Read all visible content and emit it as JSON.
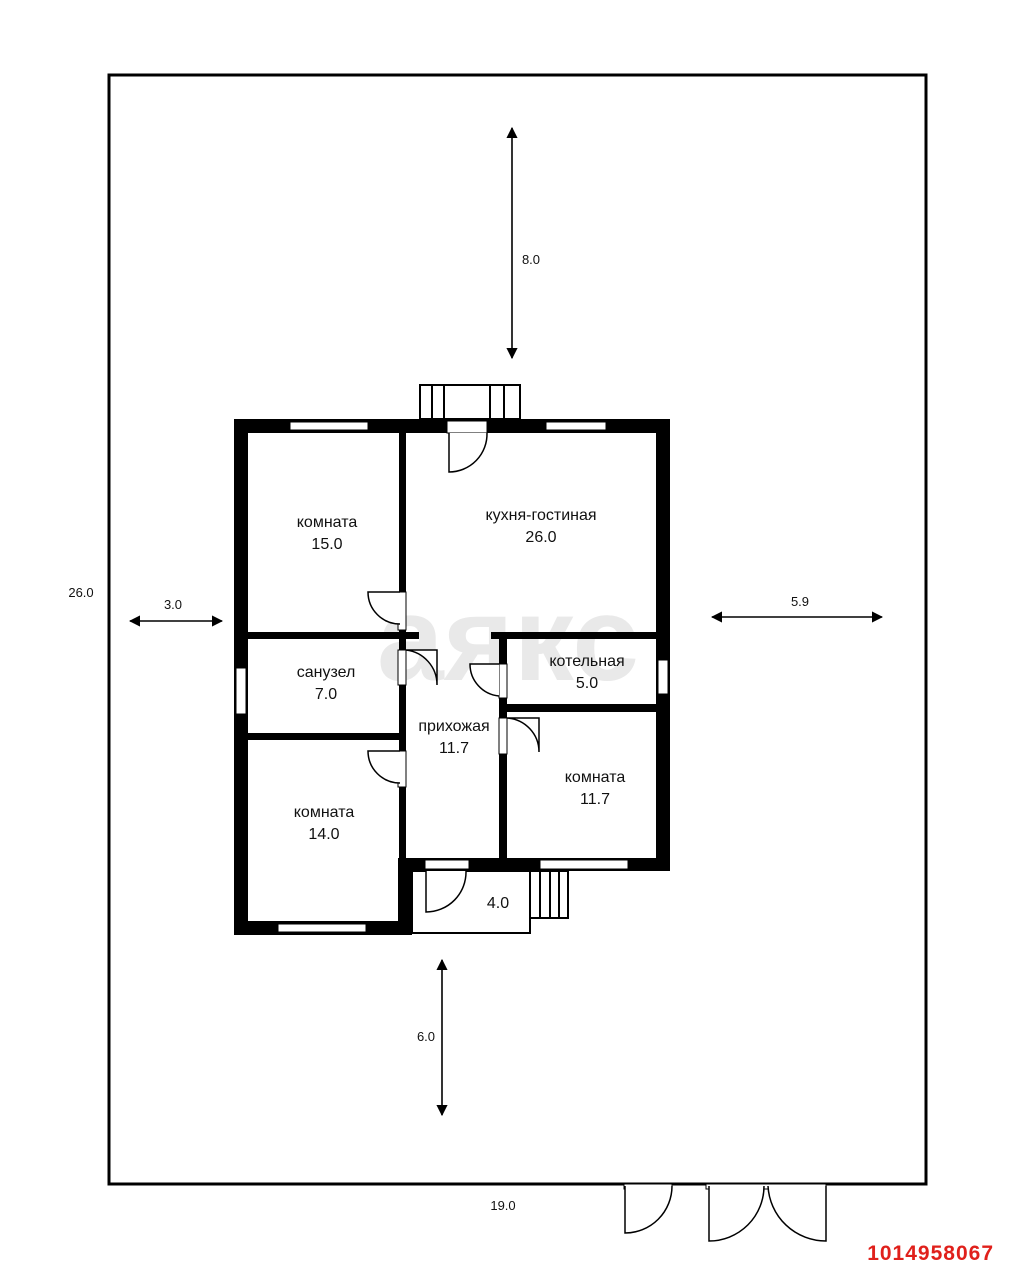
{
  "plot": {
    "width_label": "19.0",
    "depth_label": "26.0"
  },
  "setbacks": {
    "top": "8.0",
    "bottom": "6.0",
    "left": "3.0",
    "right": "5.9"
  },
  "rooms": {
    "room_15": {
      "name": "комната",
      "area": "15.0"
    },
    "kitchen": {
      "name": "кухня-гостиная",
      "area": "26.0"
    },
    "bathroom": {
      "name": "санузел",
      "area": "7.0"
    },
    "boiler": {
      "name": "котельная",
      "area": "5.0"
    },
    "hallway": {
      "name": "прихожая",
      "area": "11.7"
    },
    "room_117": {
      "name": "комната",
      "area": "11.7"
    },
    "room_14": {
      "name": "комната",
      "area": "14.0"
    },
    "porch": {
      "name": "",
      "area": "4.0"
    }
  },
  "watermark": "аякс",
  "listing_id": "1014958067",
  "colors": {
    "wall": "#000000",
    "window": "#ffffff",
    "listing_id": "#e0201b",
    "watermark": "#e9e9e9"
  }
}
